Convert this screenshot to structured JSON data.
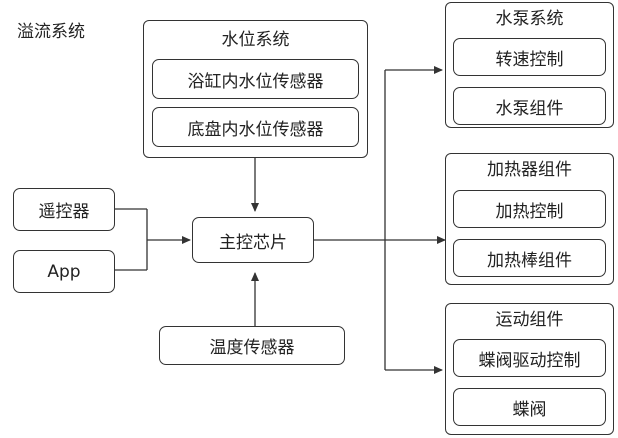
{
  "labels": {
    "overflow_system": "溢流系统"
  },
  "water_level_system": {
    "title": "水位系统",
    "items": [
      "浴缸内水位传感器",
      "底盘内水位传感器"
    ]
  },
  "remote": "遥控器",
  "app": "App",
  "main_chip": "主控芯片",
  "temp_sensor": "温度传感器",
  "pump_system": {
    "title": "水泵系统",
    "items": [
      "转速控制",
      "水泵组件"
    ]
  },
  "heater_group": {
    "title": "加热器组件",
    "items": [
      "加热控制",
      "加热棒组件"
    ]
  },
  "motion_group": {
    "title": "运动组件",
    "items": [
      "蝶阀驱动控制",
      "蝶阀"
    ]
  }
}
